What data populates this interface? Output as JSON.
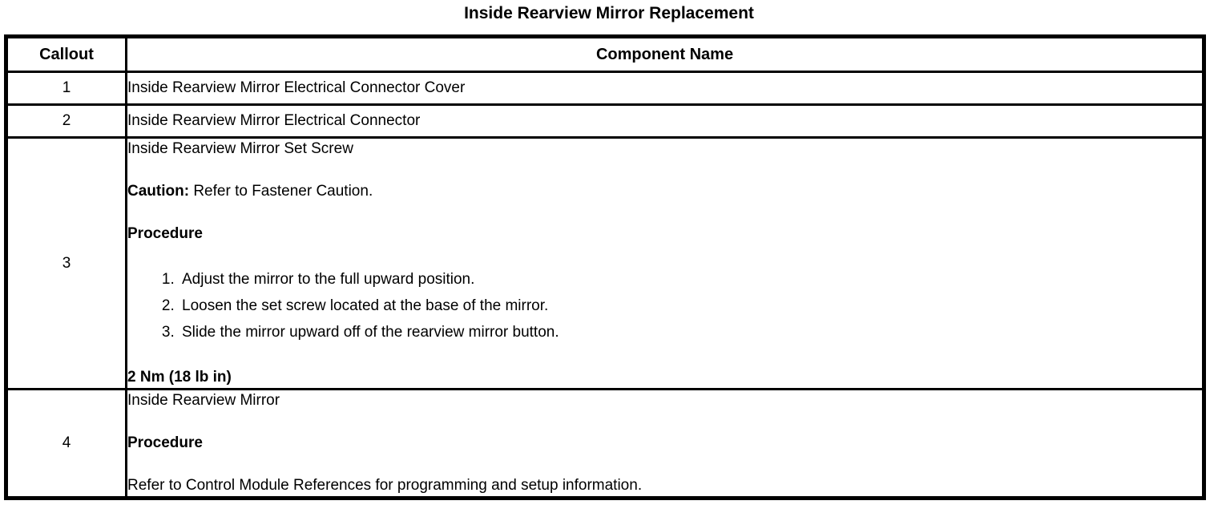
{
  "title": "Inside Rearview Mirror Replacement",
  "table": {
    "header": {
      "callout": "Callout",
      "component": "Component Name"
    },
    "rows": [
      {
        "callout": "1",
        "component": "Inside Rearview Mirror Electrical Connector Cover"
      },
      {
        "callout": "2",
        "component": "Inside Rearview Mirror Electrical Connector"
      },
      {
        "callout": "3",
        "component": "Inside Rearview Mirror Set Screw",
        "caution_label": "Caution:",
        "caution_text": "Refer to Fastener Caution.",
        "procedure_label": "Procedure",
        "steps": [
          "Adjust the mirror to the full upward position.",
          "Loosen the set screw located at the base of the mirror.",
          "Slide the mirror upward off of the rearview mirror button."
        ],
        "torque": "2 Nm (18 lb in)"
      },
      {
        "callout": "4",
        "component": "Inside Rearview Mirror",
        "procedure_label": "Procedure",
        "note": "Refer to Control Module References for programming and setup information."
      }
    ]
  },
  "colors": {
    "text": "#000000",
    "background": "#ffffff",
    "border": "#000000"
  }
}
